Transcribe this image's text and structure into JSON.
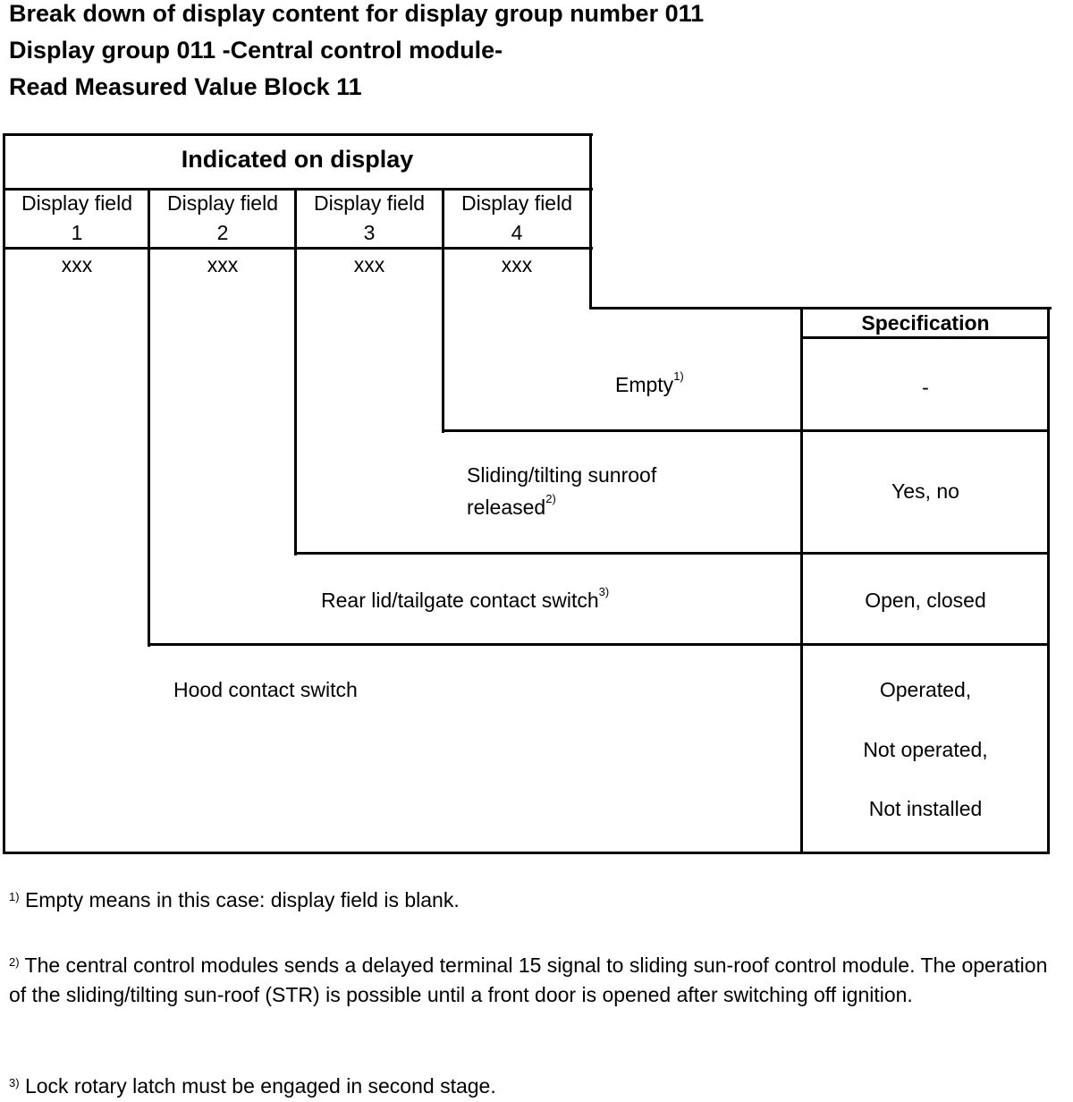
{
  "titles": [
    "Break down of display content for display group number 011",
    "Display group 011 -Central control module-",
    "Read Measured Value Block 11"
  ],
  "table": {
    "header": "Indicated on display",
    "columns": [
      {
        "label": "Display field",
        "num": "1",
        "value": "xxx"
      },
      {
        "label": "Display field",
        "num": "2",
        "value": "xxx"
      },
      {
        "label": "Display field",
        "num": "3",
        "value": "xxx"
      },
      {
        "label": "Display field",
        "num": "4",
        "value": "xxx"
      }
    ],
    "spec_header": "Specification",
    "rows": [
      {
        "desc": "Empty",
        "sup": "1)",
        "spec": "-"
      },
      {
        "desc": "Sliding/tilting sunroof",
        "desc2": "released",
        "sup": "2)",
        "spec": "Yes, no"
      },
      {
        "desc": "Rear lid/tailgate contact switch",
        "sup": "3)",
        "spec": "Open, closed"
      },
      {
        "desc": "Hood contact switch",
        "spec": [
          "Operated,",
          "Not operated,",
          "Not installed"
        ]
      }
    ]
  },
  "footnotes": [
    {
      "mark": "1)",
      "text": " Empty means in this case: display field is blank."
    },
    {
      "mark": "2)",
      "text": " The central control modules sends a delayed terminal 15 signal to sliding sun-roof control module. The operation of the sliding/tilting sun-roof (STR) is possible until a front door is opened after switching off ignition."
    },
    {
      "mark": "3)",
      "text": " Lock rotary latch must be engaged in second stage."
    }
  ]
}
